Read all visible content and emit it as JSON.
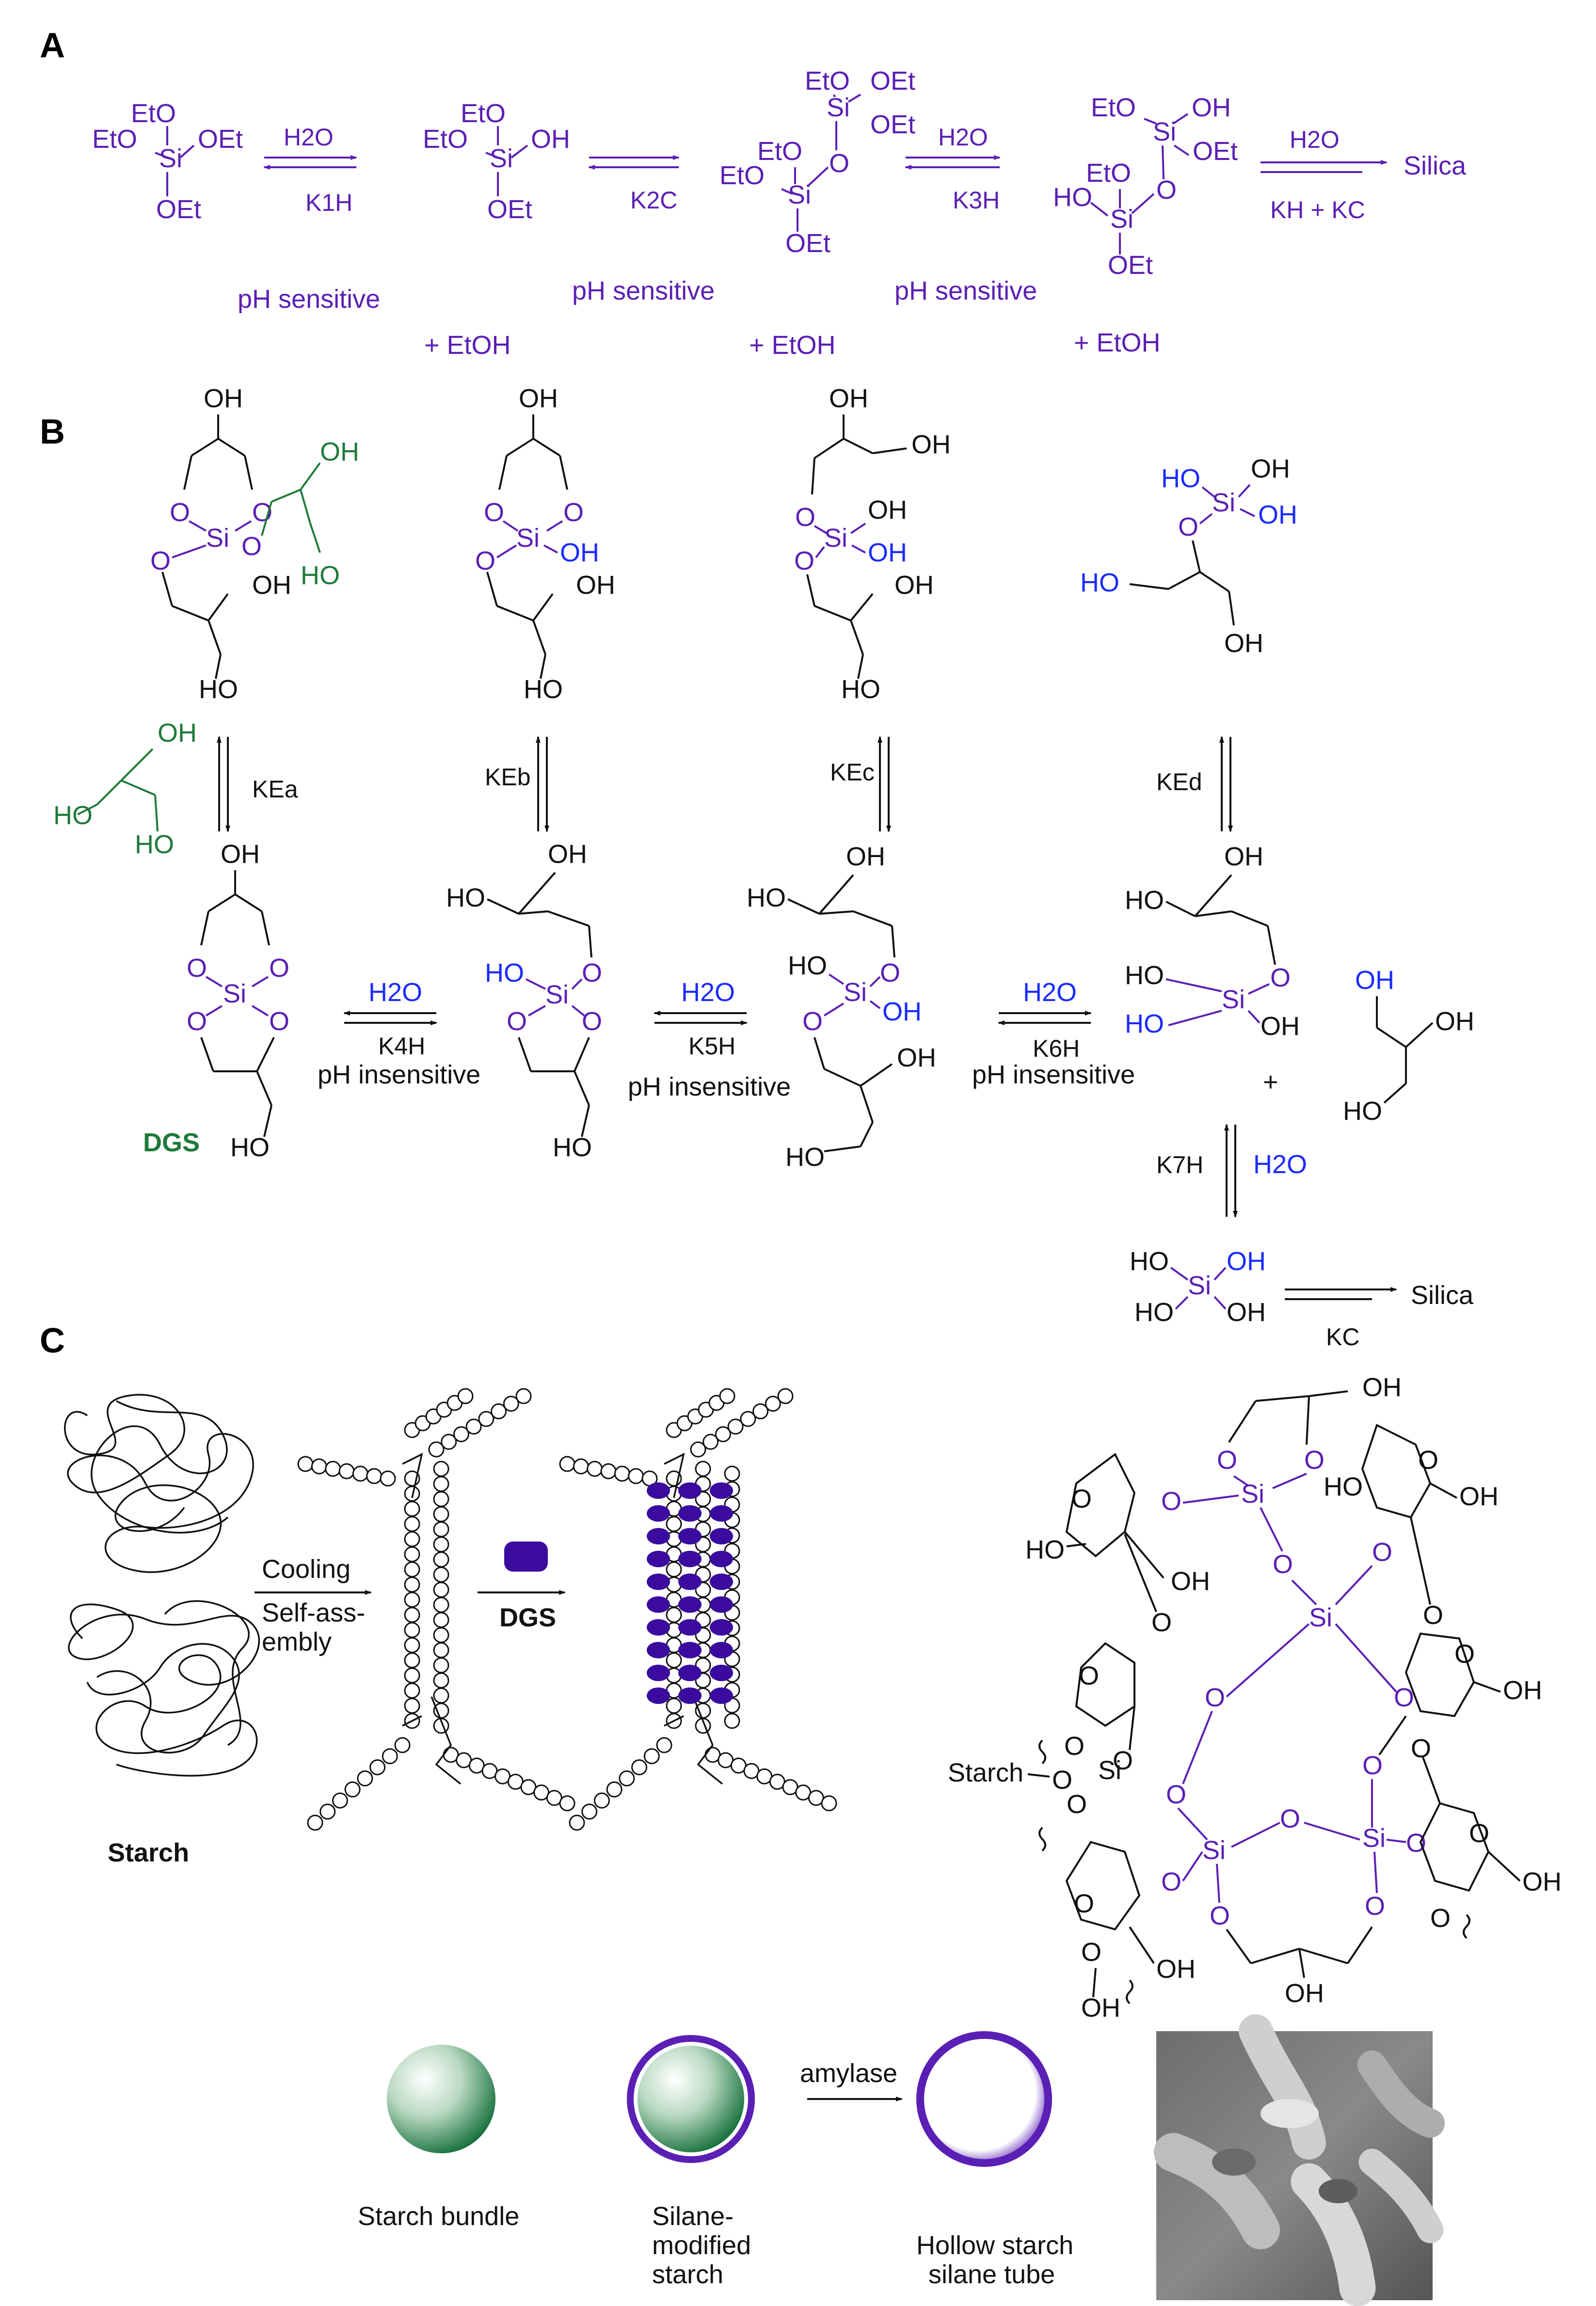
{
  "panels": {
    "a": "A",
    "b": "B",
    "c": "C"
  },
  "colors": {
    "purple": "#5a1fb4",
    "blue": "#1a2bff",
    "green": "#1f7a3a",
    "black": "#111111"
  },
  "panelA": {
    "eto": "EtO",
    "oet": "OEt",
    "oh": "OH",
    "ho": "HO",
    "si": "Si",
    "o": "O",
    "h2o": "H2O",
    "k1h": "K1H",
    "k2c": "K2C",
    "k3h": "K3H",
    "khkc": "KH + KC",
    "ph_sensitive": "pH sensitive",
    "plus_etoh": "+ EtOH",
    "silica": "Silica"
  },
  "panelB": {
    "oh": "OH",
    "ho": "HO",
    "o": "O",
    "si": "Si",
    "plus": "+",
    "h2o": "H2O",
    "kea": "KEa",
    "keb": "KEb",
    "kec": "KEc",
    "ked": "KEd",
    "k4h": "K4H",
    "k5h": "K5H",
    "k6h": "K6H",
    "k7h": "K7H",
    "kc": "KC",
    "ph_insensitive": "pH insensitive",
    "dgs": "DGS",
    "silica": "Silica"
  },
  "panelC": {
    "cooling": "Cooling",
    "self_assembly_1": "Self-ass-",
    "self_assembly_2": "embly",
    "dgs": "DGS",
    "starch": "Starch",
    "starch_si": "Starch",
    "oh": "OH",
    "ho": "HO",
    "o": "O",
    "si": "Si",
    "amylase": "amylase",
    "starch_bundle": "Starch bundle",
    "silane_1": "Silane-",
    "silane_2": "modified",
    "silane_3": "starch",
    "hollow_1": "Hollow starch",
    "hollow_2": "silane tube"
  }
}
